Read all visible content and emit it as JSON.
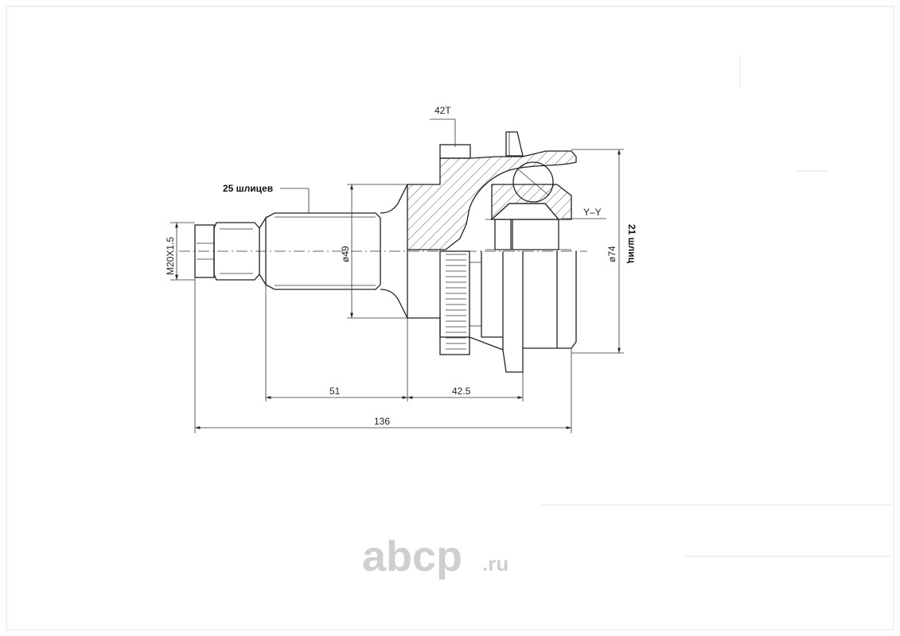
{
  "labels": {
    "thread": "M20X1.5",
    "spline_shaft": "25 шлицев",
    "teeth": "42T",
    "section": "Y–Y",
    "diam_shaft": "ø49",
    "diam_housing": "ø74",
    "spline_housing": "21 шлиц"
  },
  "dimensions": {
    "shaft_length": "51",
    "housing_length": "42.5",
    "total_length": "136"
  },
  "watermark": {
    "brand": "abcp",
    "tld": ".ru"
  }
}
